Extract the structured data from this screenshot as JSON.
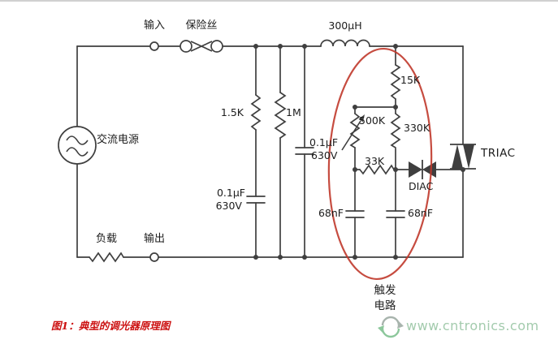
{
  "colors": {
    "wire": "#3f3f3f",
    "highlight_ellipse": "#c0392b",
    "caption": "#cc1111",
    "watermark": "#a3cbad"
  },
  "schematic": {
    "terminals": {
      "input": "输入",
      "output": "输出"
    },
    "source": {
      "label": "交流电源"
    },
    "fuse": {
      "label": "保险丝"
    },
    "inductor": {
      "value": "300μH"
    },
    "load": {
      "label": "负载"
    },
    "resistors": {
      "r1": "1.5K",
      "r2": "1M",
      "r3": "15K",
      "pot": "500K",
      "r4": "330K",
      "r5": "33K"
    },
    "capacitors": {
      "c1_value": "0.1μF",
      "c1_voltage": "630V",
      "c2_value": "0.1μF",
      "c2_voltage": "630V",
      "c3": "68nF",
      "c4": "68nF"
    },
    "semiconductors": {
      "diac": "DIAC",
      "triac": "TRIAC"
    },
    "trigger_label": {
      "line1": "触发",
      "line2": "电路"
    }
  },
  "caption": "图1：典型的调光器原理图",
  "watermark": {
    "text": "www.cntronics.com"
  }
}
